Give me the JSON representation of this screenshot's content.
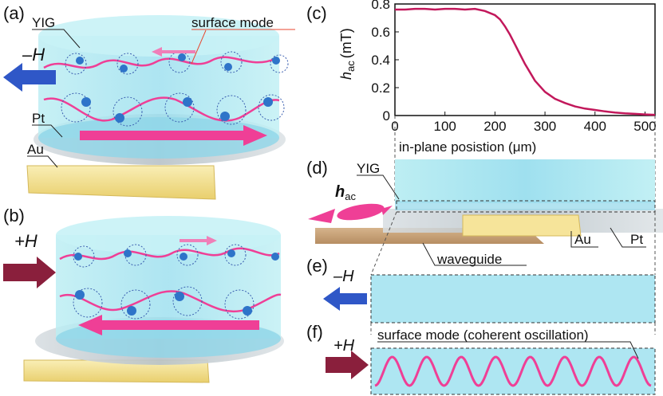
{
  "panels": {
    "a": "(a)",
    "b": "(b)",
    "c": "(c)",
    "d": "(d)",
    "e": "(e)",
    "f": "(f)"
  },
  "labels": {
    "yig": "YIG",
    "pt": "Pt",
    "au": "Au",
    "surface_mode": "surface mode",
    "minus_h": "–H",
    "plus_h": "+H",
    "hac_bold": "h",
    "hac_sub": "ac",
    "waveguide": "waveguide",
    "surface_mode_coherent": "surface mode (coherent oscillation)"
  },
  "colors": {
    "yig": "#aee6f2",
    "pt": "#c9d0d4",
    "au": "#f6e49a",
    "pink": "#ef3f96",
    "blue_arrow": "#2f57c7",
    "red_arrow": "#8a1f3c",
    "curve": "#c2185b",
    "waveguide": "#c9a27a"
  },
  "chart_data": {
    "type": "line",
    "title": "",
    "xlabel": "in-plane posistion (μm)",
    "ylabel_main": "h",
    "ylabel_sub": "ac",
    "ylabel_unit": "(mT)",
    "xlim": [
      0,
      520
    ],
    "ylim": [
      0,
      0.8
    ],
    "xticks": [
      0,
      100,
      200,
      300,
      400,
      500
    ],
    "yticks": [
      0,
      0.2,
      0.4,
      0.6,
      0.8
    ],
    "ytick_labels": [
      "0",
      "0.2",
      "0.4",
      "0.6",
      "0.8"
    ],
    "xtick_labels": [
      "0",
      "100",
      "200",
      "300",
      "400",
      "500"
    ],
    "series": [
      {
        "x": [
          0,
          20,
          40,
          60,
          80,
          100,
          120,
          140,
          160,
          180,
          200,
          210,
          220,
          230,
          240,
          250,
          260,
          270,
          280,
          290,
          300,
          320,
          340,
          360,
          380,
          400,
          420,
          440,
          460,
          480,
          500,
          520
        ],
        "y": [
          0.76,
          0.76,
          0.765,
          0.765,
          0.76,
          0.765,
          0.765,
          0.76,
          0.765,
          0.75,
          0.72,
          0.69,
          0.64,
          0.58,
          0.51,
          0.44,
          0.37,
          0.31,
          0.25,
          0.21,
          0.17,
          0.12,
          0.09,
          0.065,
          0.05,
          0.04,
          0.03,
          0.022,
          0.016,
          0.012,
          0.008,
          0.005
        ]
      }
    ]
  }
}
